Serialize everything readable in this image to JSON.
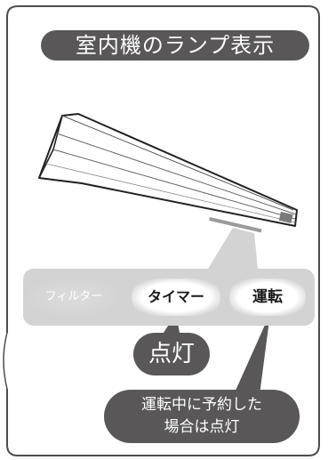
{
  "title": "室内機のランプ表示",
  "lamps": {
    "filter": "フィルター",
    "timer": "タイマー",
    "operation": "運転"
  },
  "callouts": {
    "timer_lit": "点灯",
    "operation_line1": "運転中に予約した",
    "operation_line2": "場合は点灯"
  },
  "colors": {
    "pill": "#595757",
    "lamp_bar": "#d3d3d3",
    "outline": "#4d4d4d"
  }
}
